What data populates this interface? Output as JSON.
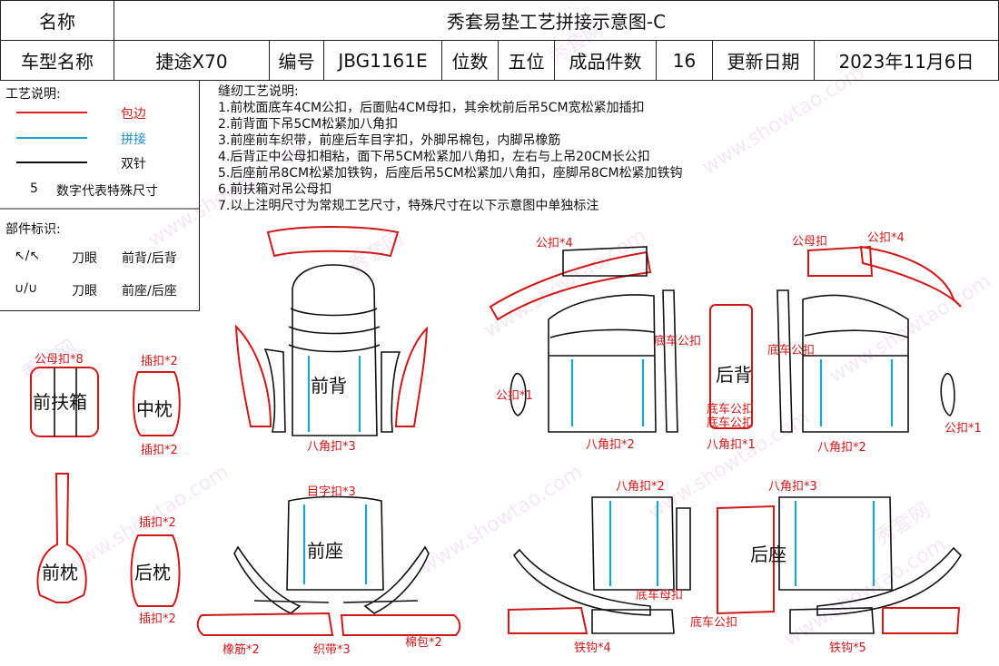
{
  "header": {
    "name_label": "名称",
    "title": "秀套易垫工艺拼接示意图-C",
    "model_label": "车型名称",
    "model_value": "捷途X70",
    "code_label": "编号",
    "code_value": "JBG1161E",
    "seat_label": "位数",
    "seat_value": "五位",
    "count_label": "成品件数",
    "count_value": "16",
    "date_label": "更新日期",
    "date_value": "2023年11月6日"
  },
  "legend": {
    "title": "工艺说明:",
    "items": [
      {
        "label": "包边",
        "color": "#e02020"
      },
      {
        "label": "拼接",
        "color": "#1aa3d9"
      },
      {
        "label": "双针",
        "color": "#111111"
      }
    ],
    "number_key": "5",
    "number_desc": "数字代表特殊尺寸",
    "parts_title": "部件标识:",
    "notch1_symbol": "↖/↖",
    "notch1": "刀眼",
    "notch1_desc": "前背/后背",
    "notch2_symbol": "∪/∪",
    "notch2": "刀眼",
    "notch2_desc": "前座/后座"
  },
  "notes": {
    "title": "缝纫工艺说明:",
    "lines": [
      "1.前枕面底车4CM公扣，后面贴4CM母扣，其余枕前后吊5CM宽松紧加插扣",
      "2.前背面下吊5CM松紧加八角扣",
      "3.前座前车织带，前座后车目字扣，外脚吊棉包，内脚吊橡筋",
      "4.后背正中公母扣相粘，面下吊5CM松紧加八角扣，左右与上吊20CM长公扣",
      "5.后座前吊8CM松紧加铁钩，后座后吊5CM松紧加八角扣，座脚吊8CM松紧加铁钩",
      "6.前扶箱对吊公母扣",
      "7.以上注明尺寸为常规工艺尺寸，特殊尺寸在以下示意图中单独标注"
    ]
  },
  "parts": {
    "front_armrest": "前扶箱",
    "front_armrest_tag": "公母扣*8",
    "mid_pillow": "中枕",
    "mid_pillow_top": "插扣*2",
    "mid_pillow_bottom": "插扣*2",
    "front_back": "前背",
    "front_back_tag": "八角扣*3",
    "front_pillow": "前枕",
    "rear_pillow": "后枕",
    "rear_pillow_top": "插扣*2",
    "rear_pillow_bottom": "插扣*2",
    "front_seat": "前座",
    "front_seat_top": "目字扣*3",
    "front_seat_b1": "橡筋*2",
    "front_seat_b2": "织带*3",
    "front_seat_b3": "棉包*2",
    "rear_back_left_top": "公扣*4",
    "rear_back_left_side": "公扣*1",
    "rear_back_left_mid": "底车公扣",
    "rear_back_left_bottom": "八角扣*2",
    "rear_back_center": "后背",
    "rear_back_center_l": "底车公扣",
    "rear_back_center_r": "底车公扣",
    "rear_back_center_bottom": "八角扣*1",
    "rear_back_right_top": "公扣*4",
    "rear_back_right_tl": "公母扣",
    "rear_back_right_mid": "底车公扣",
    "rear_back_right_side": "公扣*1",
    "rear_back_right_bottom": "八角扣*2",
    "rear_seat_left_top": "八角扣*2",
    "rear_seat_left_side": "底车母扣",
    "rear_seat_left_bottom": "铁钩*4",
    "rear_seat_right_top": "八角扣*3",
    "rear_seat_right_side": "底车公扣",
    "rear_seat_center": "后座",
    "rear_seat_right_bottom": "铁钩*5"
  },
  "watermark": {
    "text1": "秀套网",
    "text2": "www.showtao.com"
  }
}
